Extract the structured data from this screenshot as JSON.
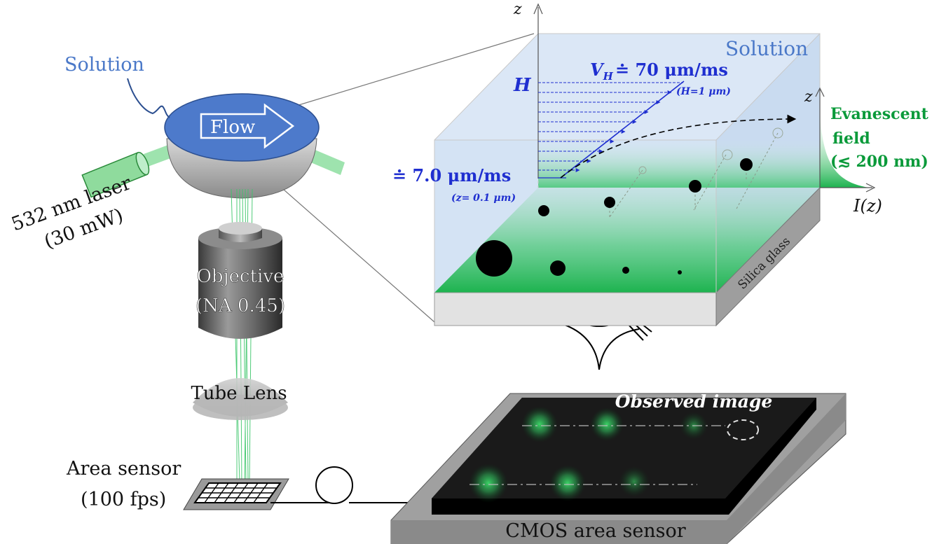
{
  "labels": {
    "solution_left": "Solution",
    "flow": "Flow",
    "laser_line1": "532 nm laser",
    "laser_line2": "(30 mW)",
    "objective_line1": "Objective",
    "objective_line2": "(NA 0.45)",
    "tube_lens": "Tube Lens",
    "area_sensor_line1": "Area sensor",
    "area_sensor_line2": "(100 fps)",
    "observed_image": "Observed image",
    "cmos": "CMOS area sensor",
    "solution_right": "Solution",
    "axis_z_top": "z",
    "axis_z_right": "z",
    "axis_iz": "I(z)",
    "h_label": "H",
    "vh_label": "V",
    "vh_sub": "H",
    "vh_value": "≐ 70 μm/ms",
    "vh_note": "(H=1 μm)",
    "v_bottom": "≐ 7.0 μm/ms",
    "v_bottom_note": "(z= 0.1 μm)",
    "evanescent_line1": "Evanescent",
    "evanescent_line2": "field",
    "evanescent_line3": "(≲ 200 nm)",
    "silica": "Silica glass"
  },
  "colors": {
    "solution_blue": "#4a78c8",
    "flow_disc": "#4d7acb",
    "velocity_blue": "#1f2fd0",
    "evanescent_green": "#0a9a3a",
    "glow_green": "#3ddc6a",
    "laser_green": "#7ed68f"
  }
}
